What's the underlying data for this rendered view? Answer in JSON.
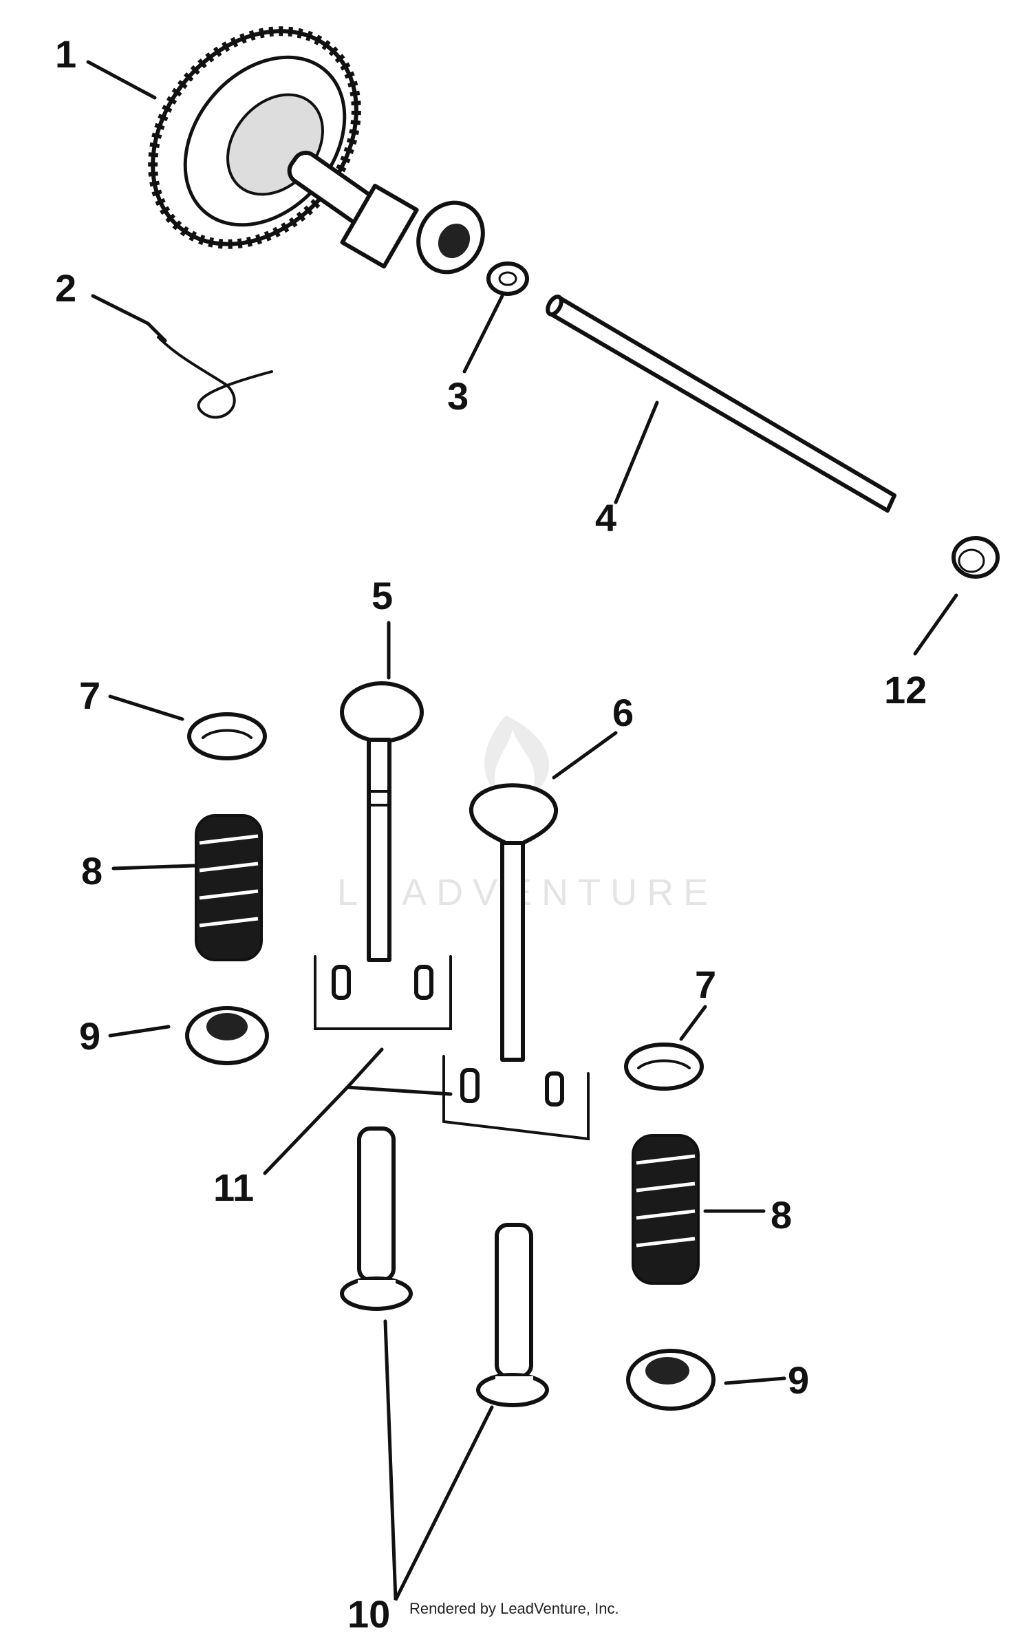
{
  "diagram": {
    "callouts": [
      {
        "id": "c1",
        "label": "1"
      },
      {
        "id": "c2",
        "label": "2"
      },
      {
        "id": "c3",
        "label": "3"
      },
      {
        "id": "c4",
        "label": "4"
      },
      {
        "id": "c5",
        "label": "5"
      },
      {
        "id": "c6",
        "label": "6"
      },
      {
        "id": "c7a",
        "label": "7"
      },
      {
        "id": "c7b",
        "label": "7"
      },
      {
        "id": "c8a",
        "label": "8"
      },
      {
        "id": "c8b",
        "label": "8"
      },
      {
        "id": "c9a",
        "label": "9"
      },
      {
        "id": "c9b",
        "label": "9"
      },
      {
        "id": "c10",
        "label": "10"
      },
      {
        "id": "c11",
        "label": "11"
      },
      {
        "id": "c12",
        "label": "12"
      }
    ],
    "watermark": "LEADVENTURE",
    "footer": "Rendered by LeadVenture, Inc."
  }
}
